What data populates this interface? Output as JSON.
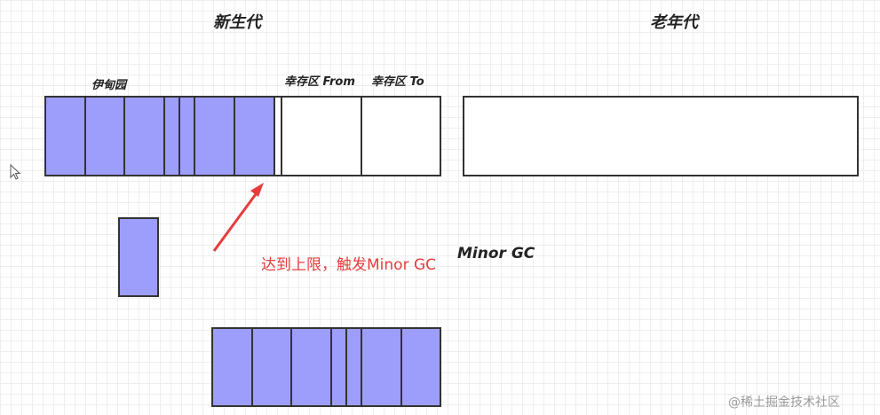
{
  "labels": {
    "young_generation": "新生代",
    "old_generation": "老年代",
    "eden": "伊甸园",
    "survivor_from": "幸存区 From",
    "survivor_to": "幸存区 To",
    "minor_gc": "Minor GC",
    "trigger_note": "达到上限，触发Minor GC"
  },
  "watermark": "@稀土掘金技术社区",
  "colors": {
    "object_fill": "#9d9dfc",
    "border": "#333333",
    "arrow": "#e63c3c"
  },
  "icons": {
    "cursor": "mouse-pointer-icon",
    "arrow": "red-arrow"
  }
}
